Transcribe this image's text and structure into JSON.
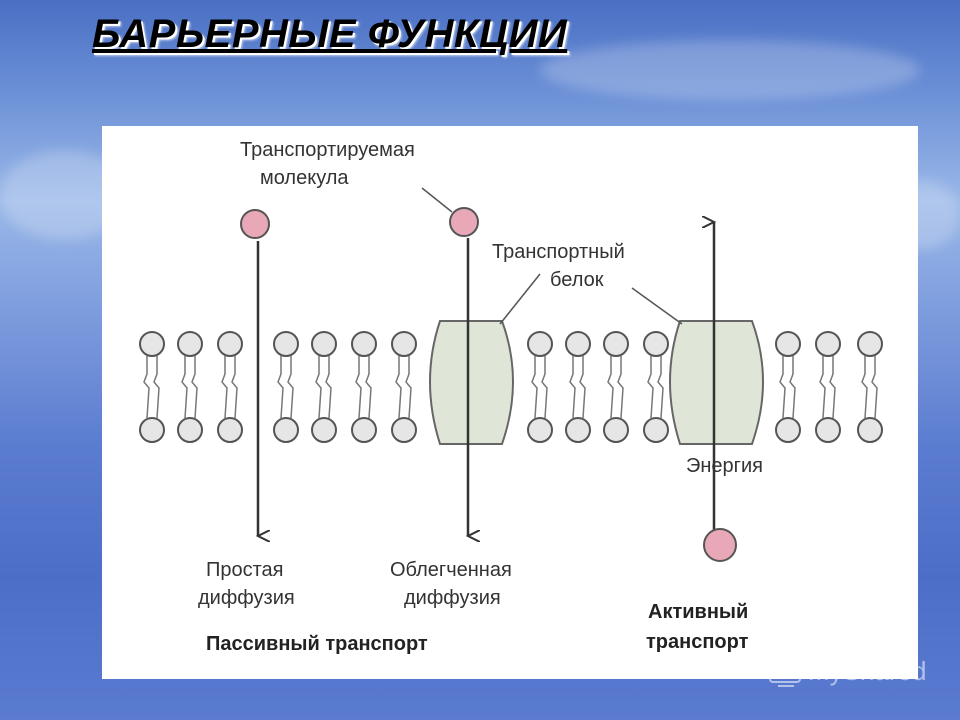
{
  "slide": {
    "title": "БАРЬЕРНЫЕ ФУНКЦИИ"
  },
  "diagram": {
    "molecule_label_1": "Транспортируемая",
    "molecule_label_2": "молекула",
    "protein_label_1": "Транспортный",
    "protein_label_2": "белок",
    "energy_label": "Энергия",
    "simple_label_1": "Простая",
    "simple_label_2": "диффузия",
    "facilitated_label_1": "Облегченная",
    "facilitated_label_2": "диффузия",
    "passive_label": "Пассивный транспорт",
    "active_label_1": "Активный",
    "active_label_2": "транспорт"
  },
  "colors": {
    "molecule_fill": "#e8a8b8",
    "protein_fill": "#dfe6d8",
    "lipid_fill": "#e6e6e6"
  },
  "watermark": {
    "text": "MyShared"
  }
}
